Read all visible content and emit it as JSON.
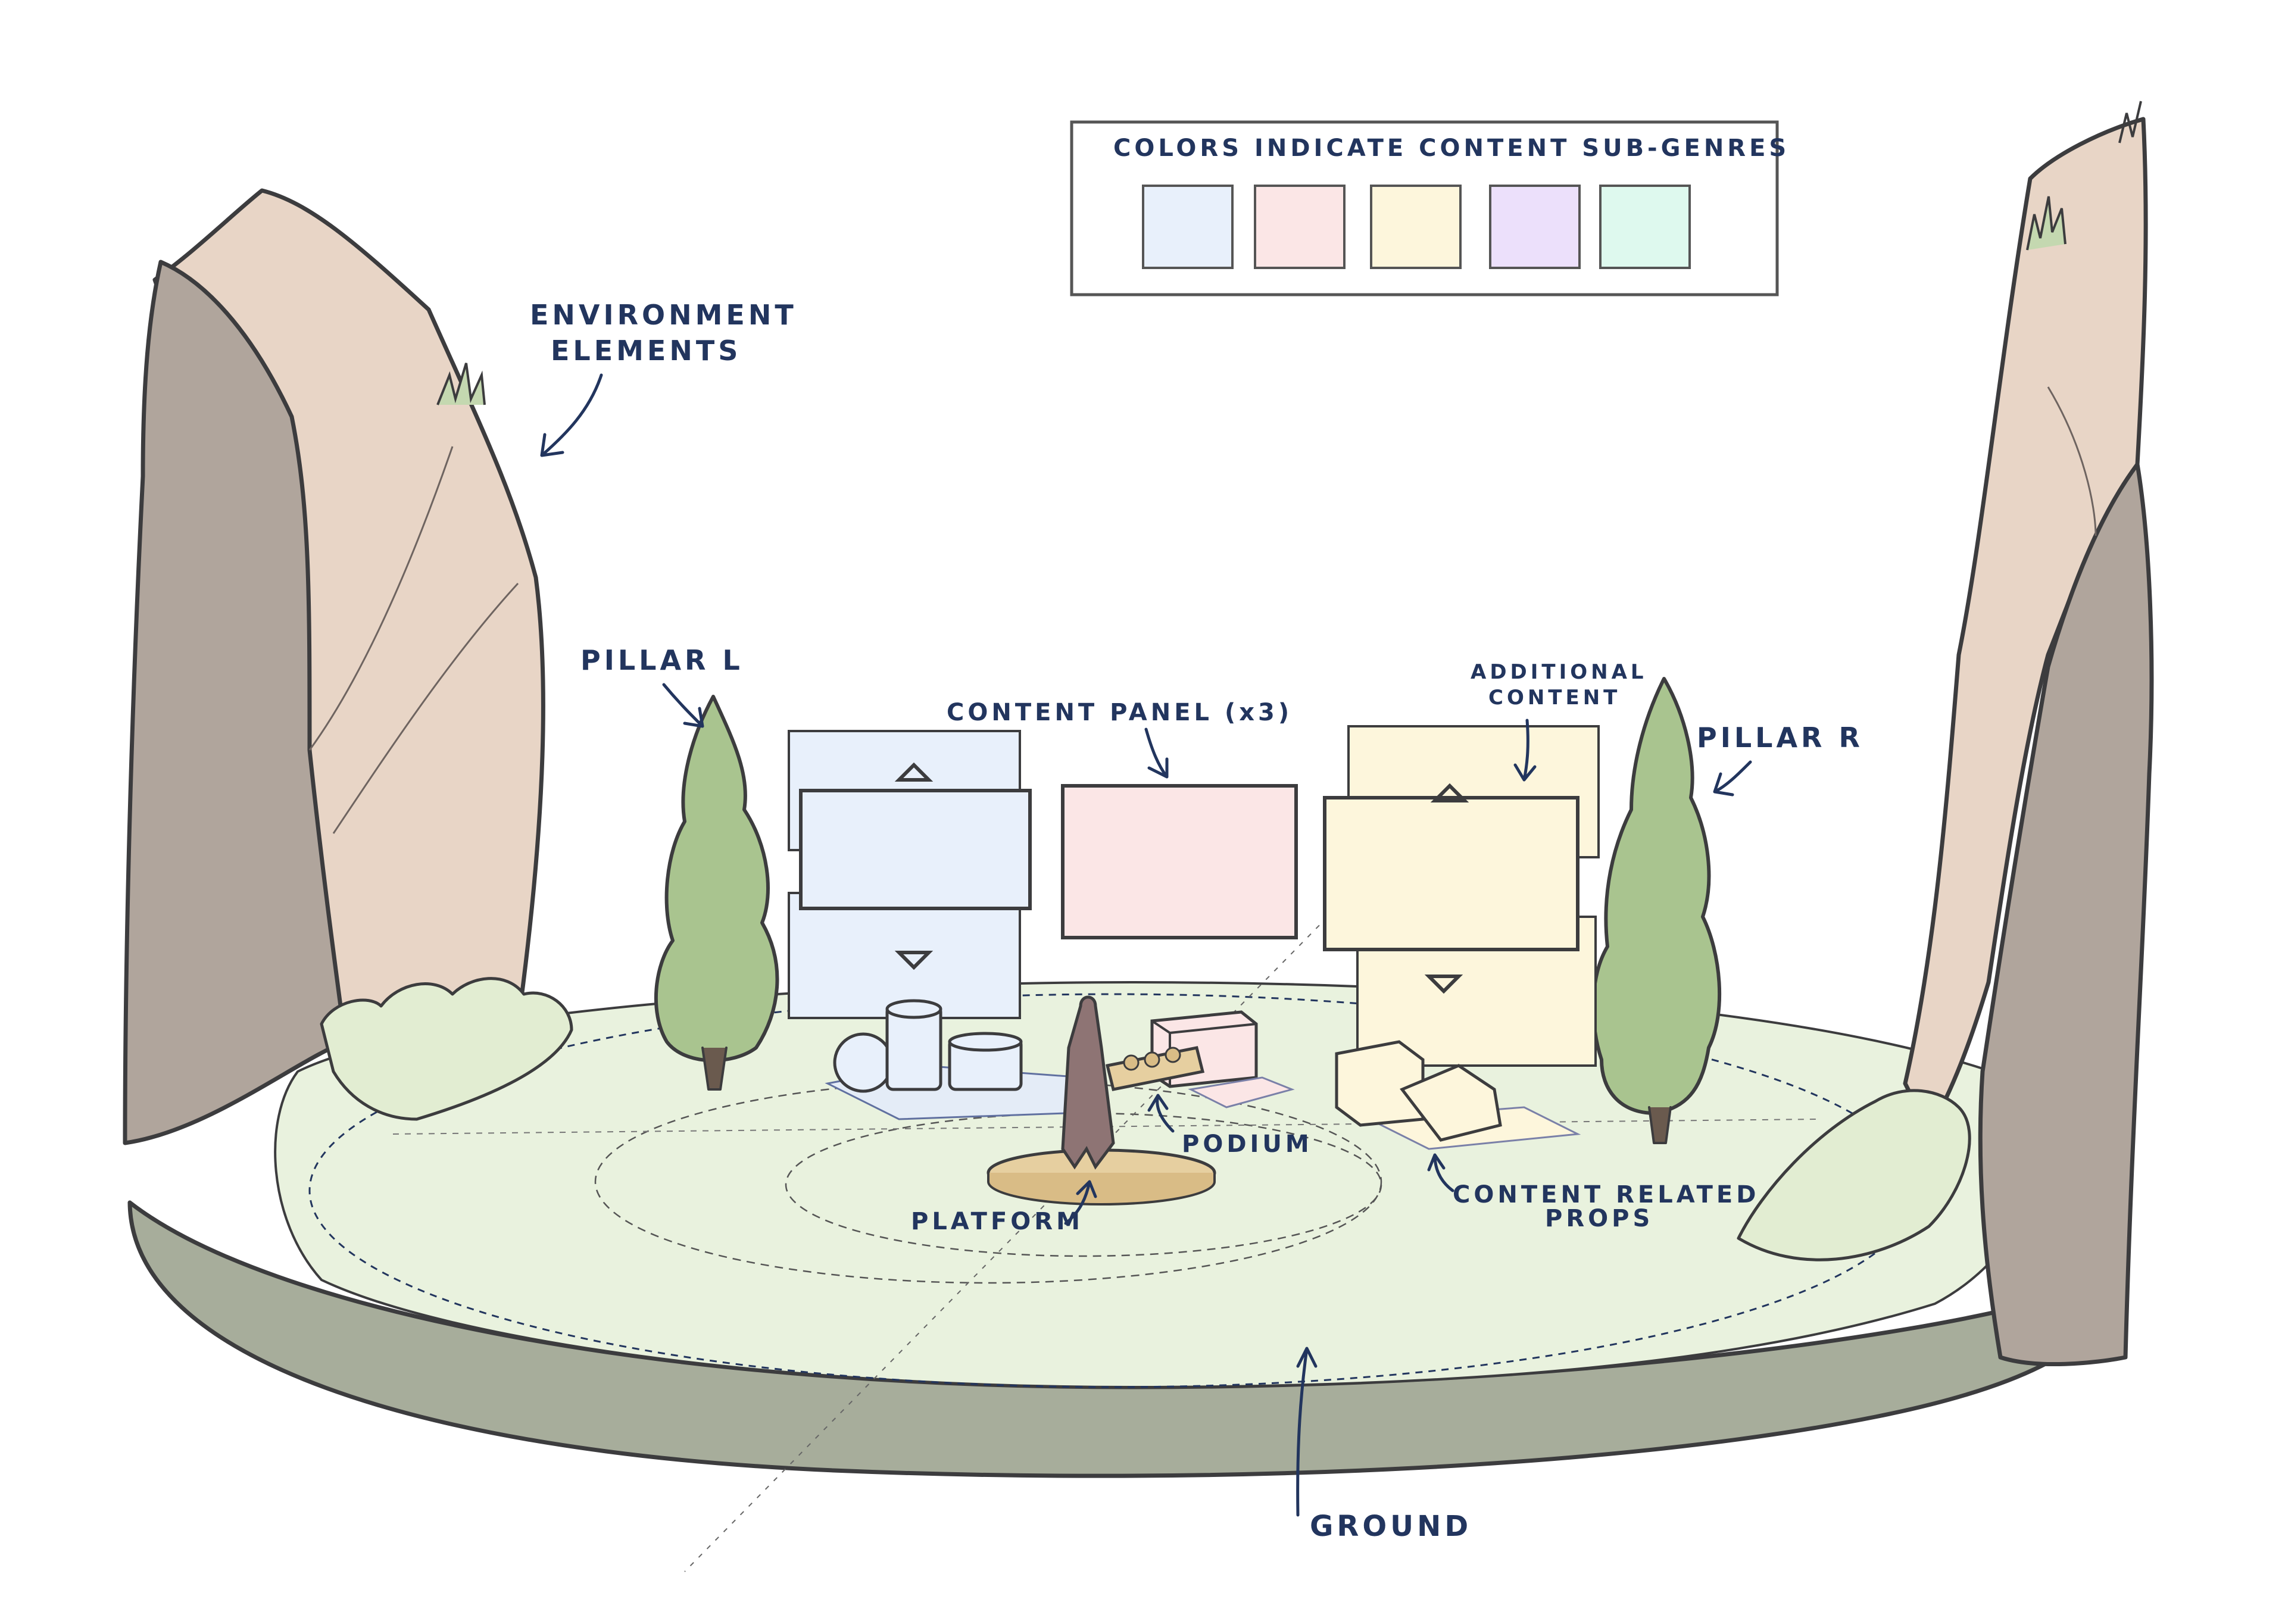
{
  "legend": {
    "title": "COLORS INDICATE CONTENT SUB-GENRES",
    "swatches": [
      {
        "color": "#e8f0fb"
      },
      {
        "color": "#fbe6e6"
      },
      {
        "color": "#fdf6dc"
      },
      {
        "color": "#ece0fb"
      },
      {
        "color": "#def9ee"
      }
    ]
  },
  "labels": {
    "environment_line1": "ENVIRONMENT",
    "environment_line2": "ELEMENTS",
    "pillar_left": "PILLAR L",
    "pillar_right": "PILLAR R",
    "content_panel": "CONTENT PANEL (x3)",
    "additional_line1": "ADDITIONAL",
    "additional_line2": "CONTENT",
    "podium": "PODIUM",
    "platform": "PLATFORM",
    "props_line1": "CONTENT RELATED",
    "props_line2": "PROPS",
    "ground": "GROUND"
  },
  "colors": {
    "ink": "#3c3c3e",
    "annotation": "#22355e",
    "rock_light": "#e8d5c6",
    "rock_dark": "#b0a59c",
    "grass": "#e9f2de",
    "bush": "#e2edd2",
    "ground_side": "#a7ad9b",
    "tree": "#a9c48f",
    "panel_blue": "#e8f0fb",
    "panel_pink": "#fbe6e6",
    "panel_yellow": "#fdf6dc",
    "platform": "#e6cfa0",
    "figure": "#8e7474"
  },
  "icons": {
    "arrow_up": "triangle-up-icon",
    "arrow_down": "triangle-down-icon"
  }
}
